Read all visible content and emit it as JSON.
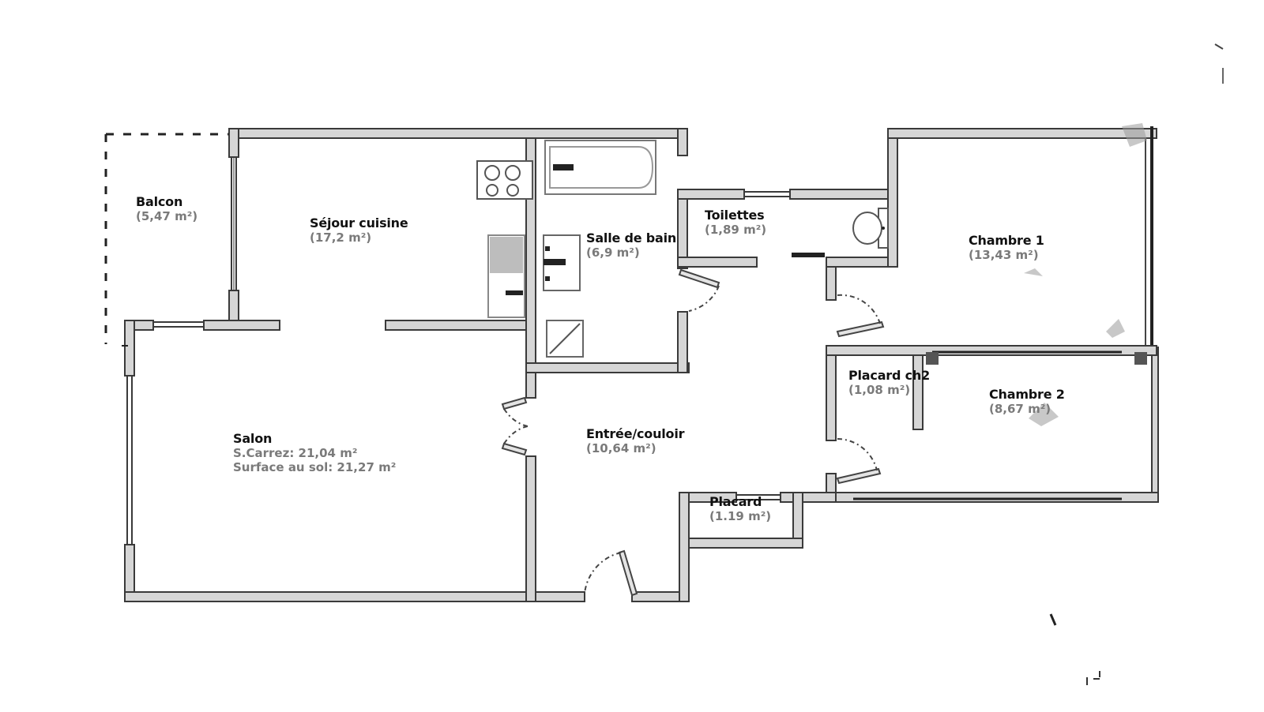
{
  "plan": {
    "title": "Floor plan",
    "rooms": {
      "balcon": {
        "name": "Balcon",
        "area": "(5,47 m²)"
      },
      "sejour": {
        "name": "Séjour cuisine",
        "area": "(17,2 m²)"
      },
      "salle_de_bain": {
        "name": "Salle de bain",
        "area": "(6,9 m²)"
      },
      "toilettes": {
        "name": "Toilettes",
        "area": "(1,89 m²)"
      },
      "chambre1": {
        "name": "Chambre 1",
        "area": "(13,43 m²)"
      },
      "placard_ch2": {
        "name": "Placard ch2",
        "area": "(1,08 m²)"
      },
      "chambre2": {
        "name": "Chambre 2",
        "area": "(8,67 m²)"
      },
      "salon": {
        "name": "Salon",
        "carrez": "S.Carrez: 21,04 m²",
        "sol": "Surface au sol: 21,27 m²"
      },
      "entree": {
        "name": "Entrée/couloir",
        "area": "(10,64 m²)"
      },
      "placard": {
        "name": "Placard",
        "area": "(1.19 m²)"
      }
    },
    "colors": {
      "wall_fill": "#d6d6d6",
      "wall_stroke": "#3a3a3a",
      "name_text": "#111111",
      "area_text": "#7a7a7a"
    }
  }
}
